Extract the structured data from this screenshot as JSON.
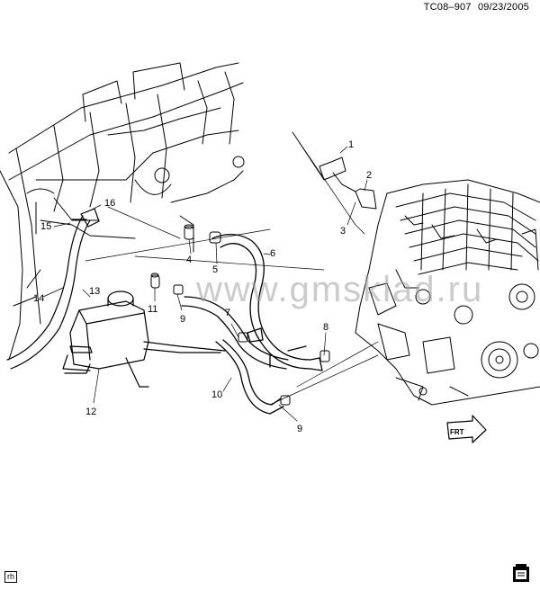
{
  "header": {
    "code": "TC08–907",
    "date": "09/23/2005"
  },
  "watermark": "www.gmsklad.ru",
  "footer": {
    "corner_tag": "rh"
  },
  "callouts": [
    "1",
    "2",
    "3",
    "4",
    "5",
    "6",
    "7",
    "8",
    "9",
    "9",
    "10",
    "11",
    "12",
    "13",
    "14",
    "15",
    "16"
  ],
  "front_arrow": {
    "label": "FRT"
  },
  "colors": {
    "line": "#000000",
    "watermark": "#a0a0a0",
    "background": "#ffffff"
  }
}
